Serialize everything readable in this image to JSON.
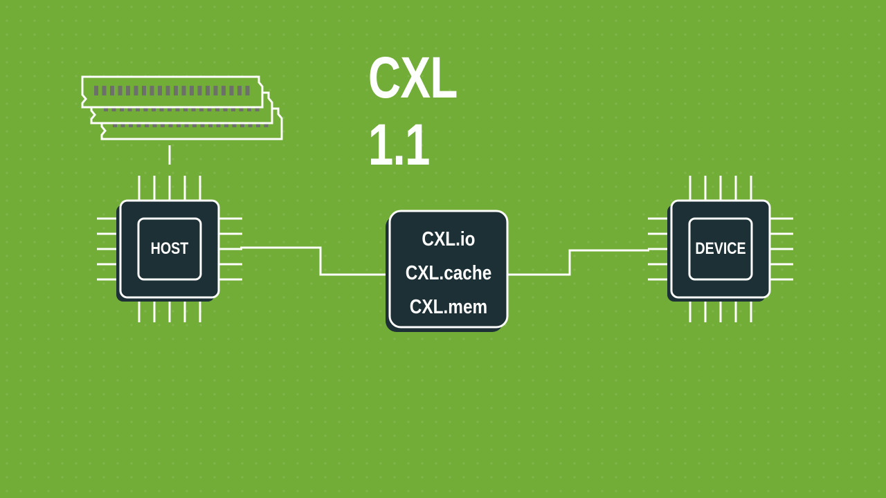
{
  "title": "CXL 1.1",
  "host": {
    "label": "HOST"
  },
  "device": {
    "label": "DEVICE"
  },
  "protocols": [
    "CXL.io",
    "CXL.cache",
    "CXL.mem"
  ],
  "colors": {
    "background": "#72ad38",
    "chip_fill": "#1c3035",
    "line": "#ffffff",
    "memory_contacts": "#6d6f6b"
  },
  "icons": {
    "memory": "memory-modules-icon",
    "host": "cpu-chip-icon",
    "device": "cpu-chip-icon"
  }
}
